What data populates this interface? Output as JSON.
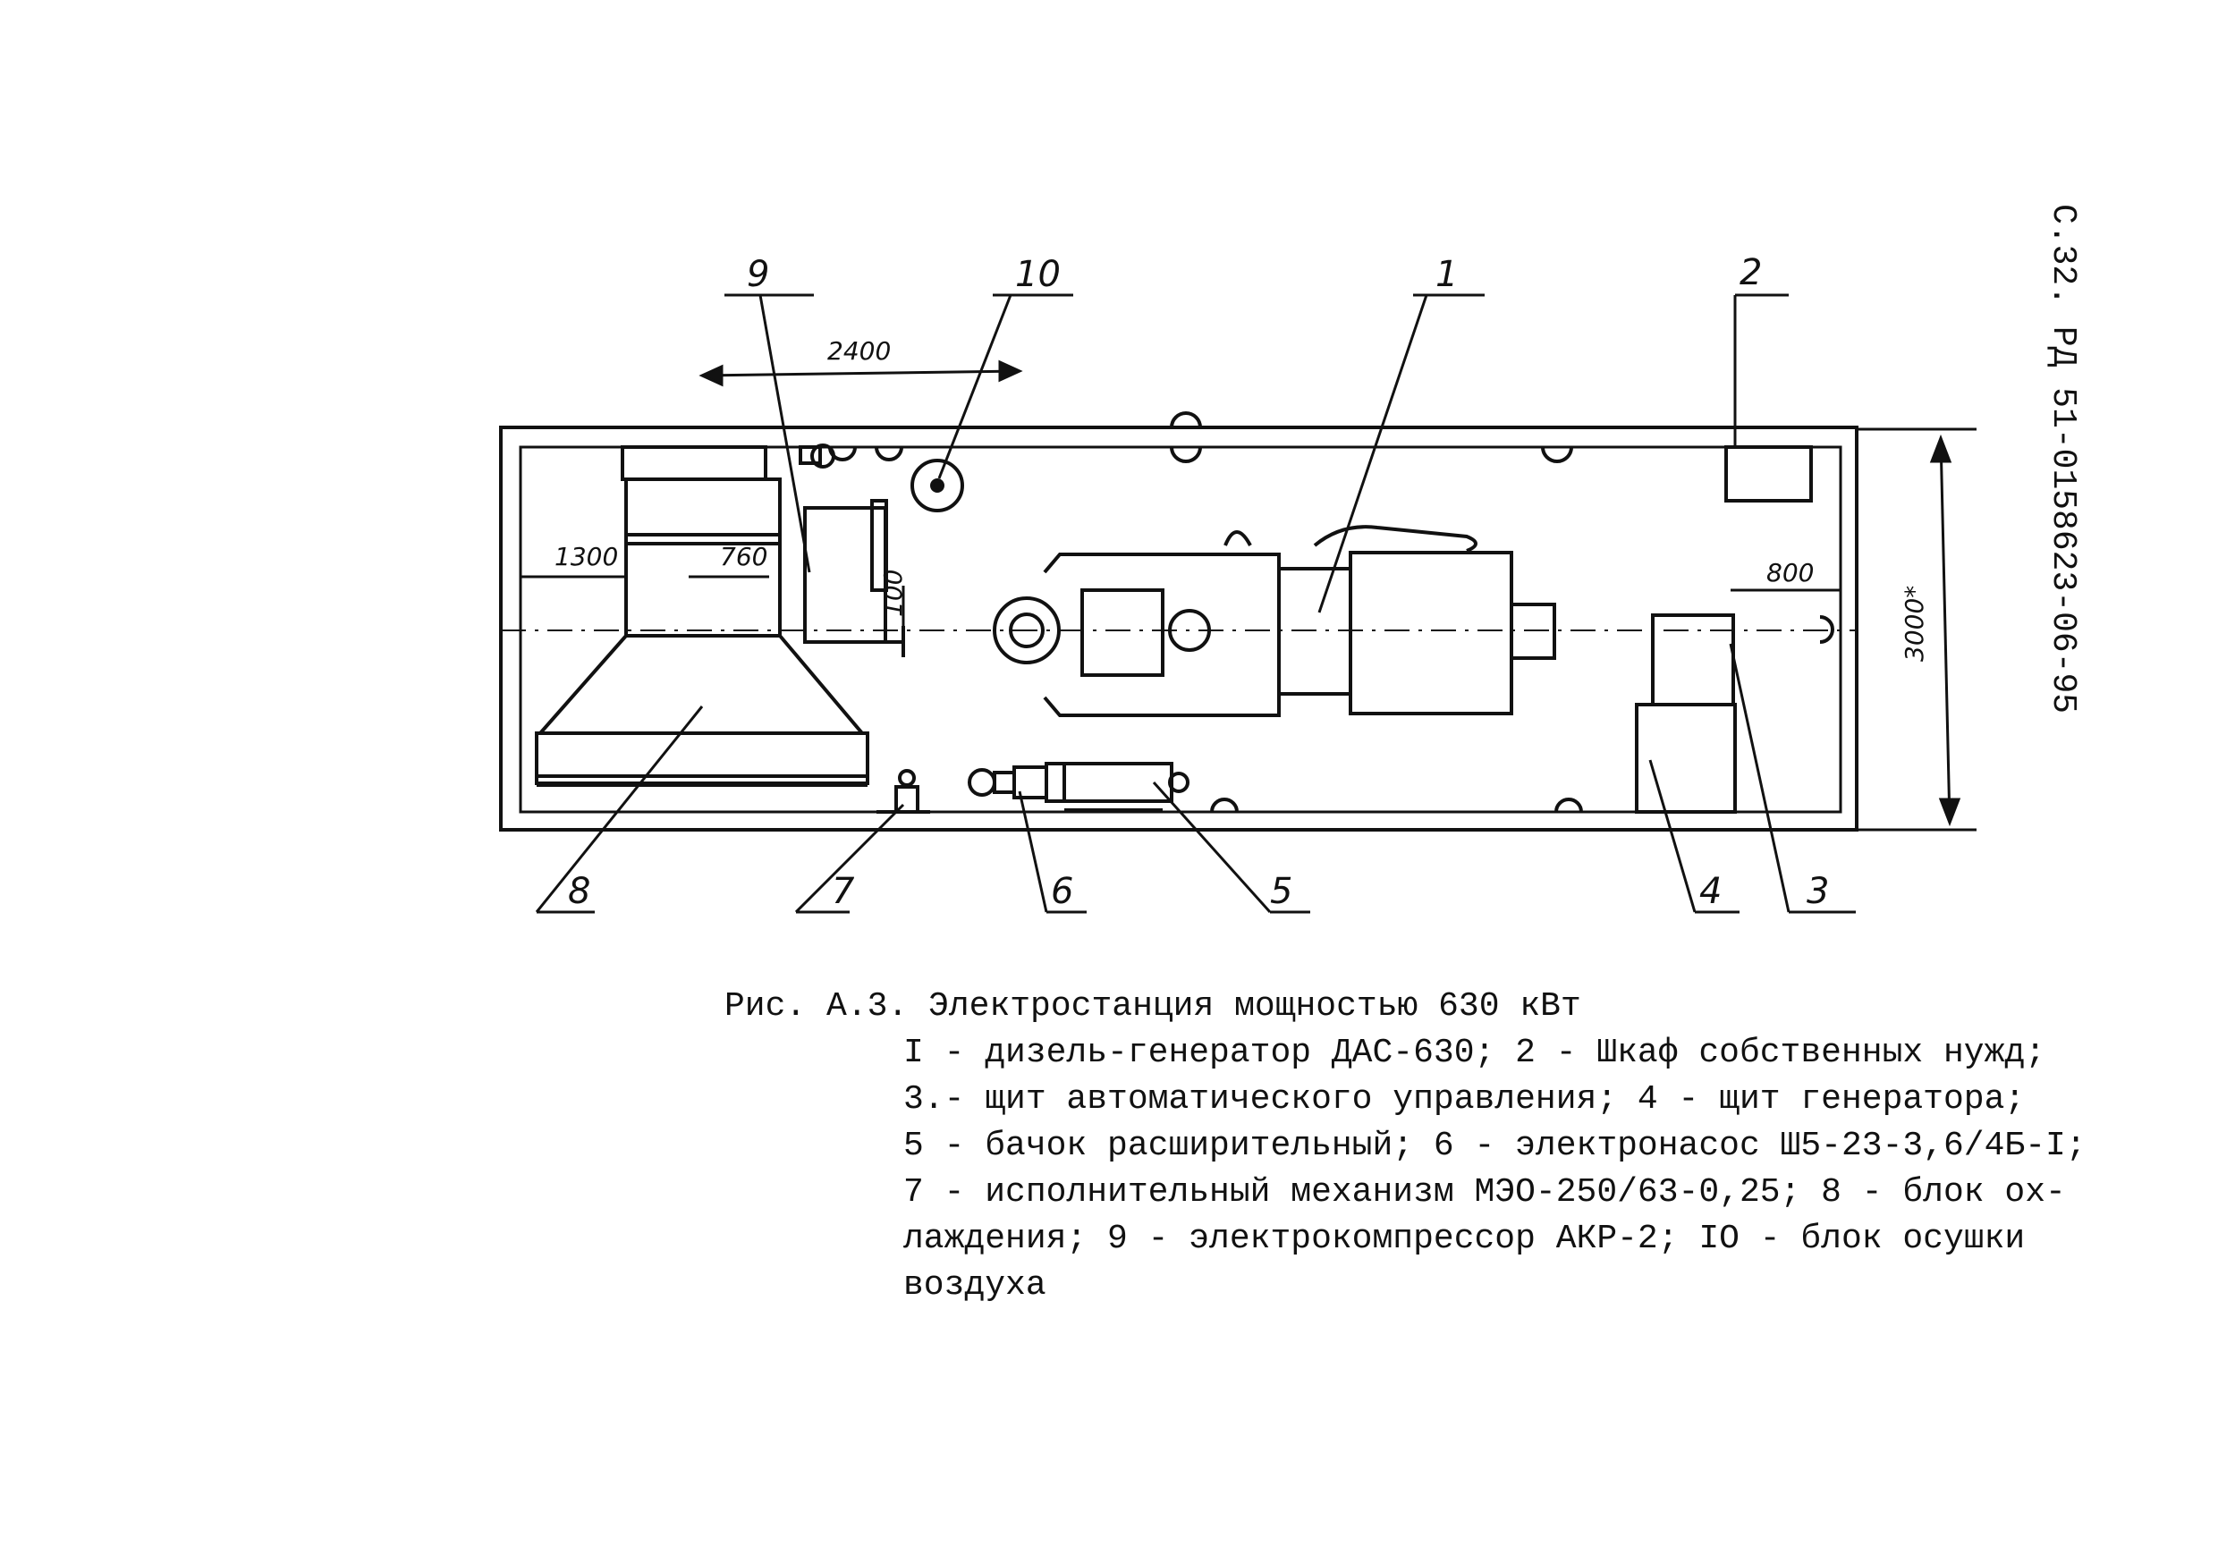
{
  "document_code": "С.32. РД 51-0158623-06-95",
  "figure": {
    "caption_title": "Рис. А.3. Электростанция мощностью 630 кВт",
    "caption_lines": [
      "I - дизель-генератор ДАС-630; 2 - Шкаф собственных нужд;",
      "3.- щит автоматического управления; 4 - щит генератора;",
      "5 - бачок расширительный; 6 - электронасос Ш5-23-3,6/4Б-I;",
      "7 - исполнительный механизм МЭО-250/63-0,25; 8 - блок ох-",
      "лаждения; 9 - электрокомпрессор АКР-2; IO - блок осушки",
      "воздуха"
    ]
  },
  "diagram": {
    "callouts": [
      "1",
      "2",
      "3",
      "4",
      "5",
      "6",
      "7",
      "8",
      "9",
      "10"
    ],
    "dimensions": {
      "top_span": "2400",
      "left_offset": "1300",
      "inner_offset": "760",
      "right_offset": "800",
      "vertical_offset": "100",
      "height": "3000*"
    }
  }
}
